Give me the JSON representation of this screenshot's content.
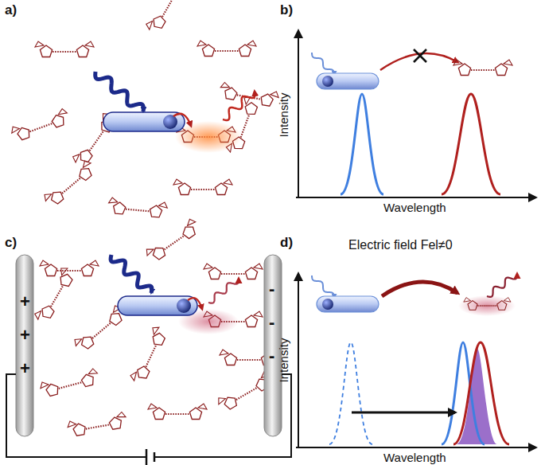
{
  "diagram": {
    "labels": [
      "a)",
      "b)",
      "Intensity",
      "Wavelength",
      "c)",
      "+",
      "+",
      "+",
      "-",
      "-",
      "-",
      "d)",
      "Electric field Fel≠0",
      "Intensity",
      "Wavelength"
    ]
  }
}
